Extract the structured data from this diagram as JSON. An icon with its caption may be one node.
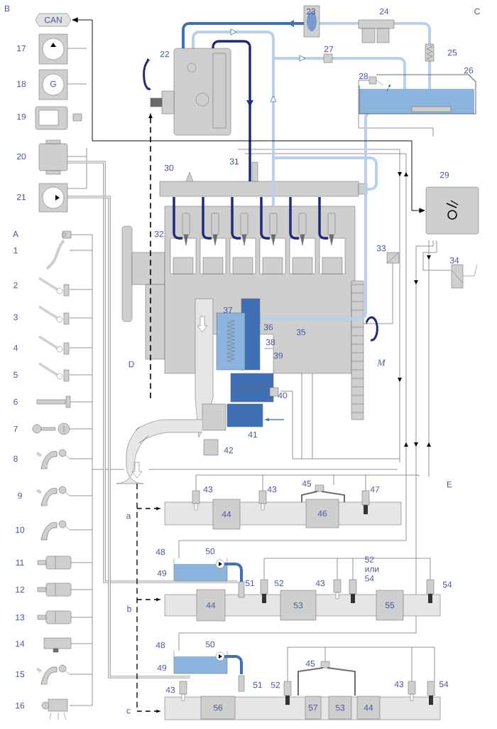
{
  "diagram": {
    "nodes": [
      {
        "text": [
          "CAN"
        ]
      },
      {
        "text": [],
        "shape": "box",
        "beside": [
          "29"
        ]
      },
      {
        "text": [
          "44"
        ]
      },
      {
        "text": [
          "46"
        ]
      },
      {
        "text": [
          "44"
        ]
      },
      {
        "text": [
          "53"
        ]
      },
      {
        "text": [
          "55"
        ]
      },
      {
        "text": [
          "56"
        ]
      },
      {
        "text": [
          "57"
        ]
      },
      {
        "text": [
          "53"
        ]
      },
      {
        "text": [
          "44"
        ]
      }
    ],
    "edges": [
      {
        "from": 0,
        "to": 1,
        "arrow": "both"
      }
    ],
    "labels": [
      "B",
      "17",
      "18",
      "G",
      "19",
      "20",
      "21",
      "22",
      "23",
      "24",
      "C",
      "27",
      "25",
      "26",
      "28",
      "31",
      "30",
      "A",
      "32",
      "1",
      "33",
      "34",
      "2",
      "37",
      "3",
      "36",
      "35",
      "38",
      "4",
      "39",
      "D",
      "M",
      "5",
      "40",
      "6",
      "7",
      "41",
      "42",
      "8",
      "45",
      "E",
      "43",
      "43",
      "47",
      "9",
      "a",
      "10",
      "48",
      "50",
      "11",
      "52 или 54",
      "49",
      "51",
      "52",
      "43",
      "54",
      "12",
      "b",
      "13",
      "14",
      "48",
      "50",
      "45",
      "49",
      "15",
      "43",
      "51",
      "52",
      "43",
      "54",
      "16",
      "c"
    ]
  }
}
